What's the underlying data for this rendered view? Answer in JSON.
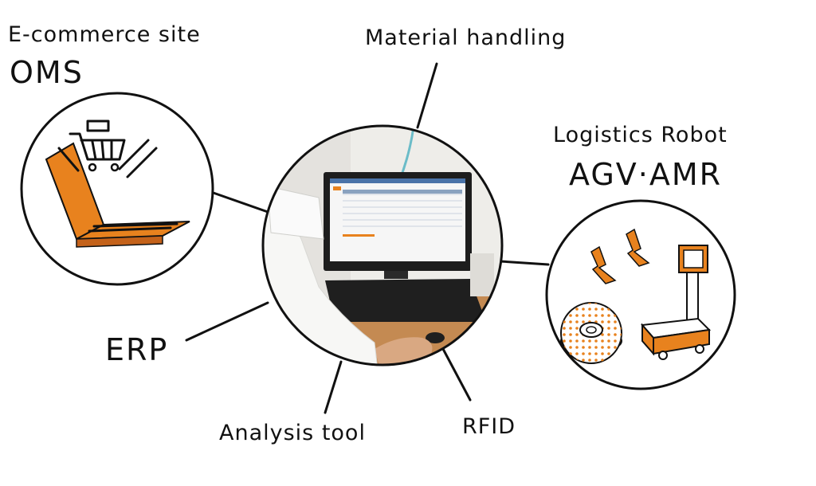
{
  "labels": {
    "ecommerce_site": "E-commerce site",
    "oms": "OMS",
    "material_handling": "Material handling",
    "logistics_robot": "Logistics Robot",
    "agv_amr": "AGV·AMR",
    "erp": "ERP",
    "analysis_tool": "Analysis tool",
    "rfid": "RFID"
  },
  "icons": {
    "oms": "laptop-shopping-cart-icon",
    "center": "computer-workstation-photo",
    "robots": "agv-amr-robots-icon"
  },
  "colors": {
    "accent": "#e8821e",
    "line": "#111111"
  }
}
